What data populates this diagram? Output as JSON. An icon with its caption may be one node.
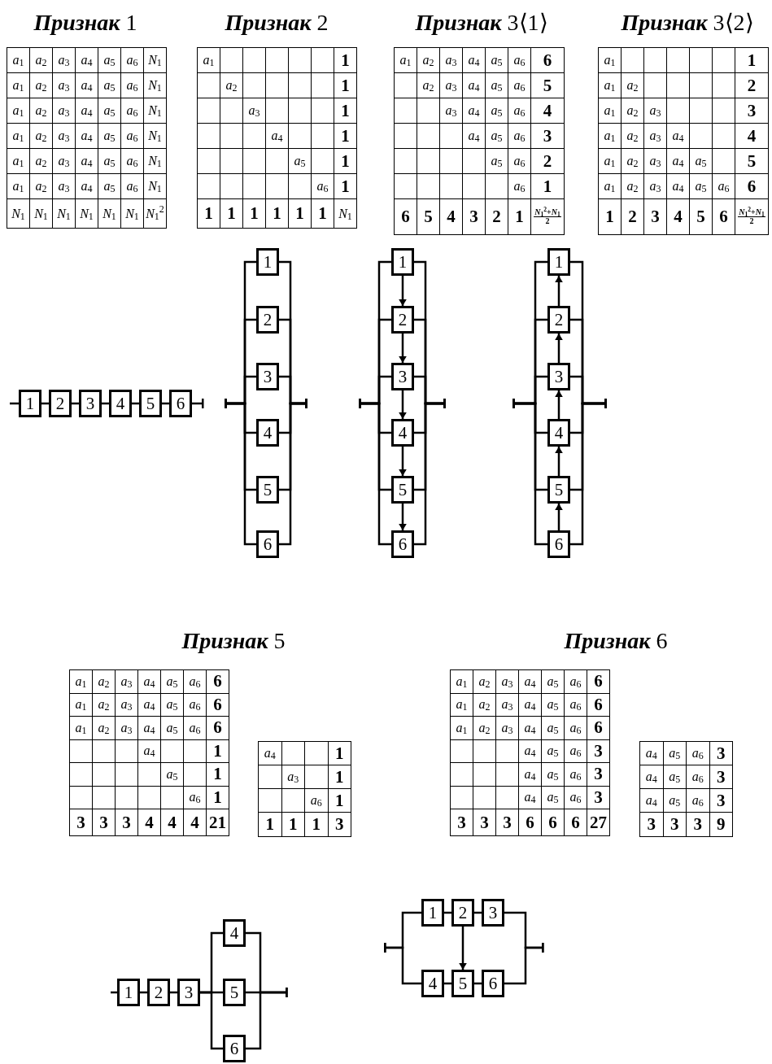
{
  "diagram": {
    "nodes": [
      {
        "text": [
          "1"
        ]
      },
      {
        "text": [
          "2"
        ]
      },
      {
        "text": [
          "3"
        ]
      },
      {
        "text": [
          "4"
        ]
      },
      {
        "text": [
          "5"
        ]
      },
      {
        "text": [
          "6"
        ]
      },
      {
        "text": [
          "1"
        ]
      },
      {
        "text": [
          "2"
        ]
      },
      {
        "text": [
          "3"
        ]
      },
      {
        "text": [
          "4"
        ]
      },
      {
        "text": [
          "5"
        ]
      },
      {
        "text": [
          "6"
        ]
      },
      {
        "text": [
          "1"
        ]
      },
      {
        "text": [
          "2"
        ]
      },
      {
        "text": [
          "3"
        ]
      },
      {
        "text": [
          "4"
        ]
      },
      {
        "text": [
          "5"
        ]
      },
      {
        "text": [
          "6"
        ]
      },
      {
        "text": [
          "1"
        ]
      },
      {
        "text": [
          "2"
        ]
      },
      {
        "text": [
          "3"
        ]
      },
      {
        "text": [
          "4"
        ]
      },
      {
        "text": [
          "5"
        ]
      },
      {
        "text": [
          "6"
        ]
      },
      {
        "text": [
          "1"
        ]
      },
      {
        "text": [
          "2"
        ]
      },
      {
        "text": [
          "3"
        ]
      },
      {
        "text": [
          "4"
        ]
      },
      {
        "text": [
          "5"
        ]
      },
      {
        "text": [
          "6"
        ]
      },
      {
        "text": [
          "1"
        ]
      },
      {
        "text": [
          "2"
        ]
      },
      {
        "text": [
          "3"
        ]
      },
      {
        "text": [
          "4"
        ]
      },
      {
        "text": [
          "5"
        ]
      },
      {
        "text": [
          "6"
        ]
      }
    ],
    "edges": [
      {
        "from": null,
        "to": 0,
        "arrow": "none"
      },
      {
        "from": 0,
        "to": 1,
        "arrow": "none"
      },
      {
        "from": 1,
        "to": 2,
        "arrow": "none"
      },
      {
        "from": 2,
        "to": 3,
        "arrow": "none"
      },
      {
        "from": 3,
        "to": 4,
        "arrow": "none"
      },
      {
        "from": 4,
        "to": 5,
        "arrow": "none"
      },
      {
        "from": 5,
        "to": null,
        "arrow": "other"
      },
      {
        "from": null,
        "to": 6,
        "arrow": "other"
      },
      {
        "from": null,
        "to": 7,
        "arrow": "other"
      },
      {
        "from": null,
        "to": 8,
        "arrow": "other"
      },
      {
        "from": null,
        "to": 9,
        "arrow": "other"
      },
      {
        "from": null,
        "to": 10,
        "arrow": "other"
      },
      {
        "from": null,
        "to": 11,
        "arrow": "other"
      },
      {
        "from": 6,
        "to": null,
        "arrow": "other"
      },
      {
        "from": 7,
        "to": null,
        "arrow": "other"
      },
      {
        "from": 8,
        "to": null,
        "arrow": "other"
      },
      {
        "from": 9,
        "to": null,
        "arrow": "other"
      },
      {
        "from": 10,
        "to": null,
        "arrow": "other"
      },
      {
        "from": 11,
        "to": null,
        "arrow": "other"
      },
      {
        "from": null,
        "to": 12,
        "arrow": "other"
      },
      {
        "from": null,
        "to": 13,
        "arrow": "other"
      },
      {
        "from": null,
        "to": 14,
        "arrow": "other"
      },
      {
        "from": null,
        "to": 15,
        "arrow": "other"
      },
      {
        "from": null,
        "to": 16,
        "arrow": "other"
      },
      {
        "from": null,
        "to": 17,
        "arrow": "other"
      },
      {
        "from": 12,
        "to": null,
        "arrow": "other"
      },
      {
        "from": 13,
        "to": null,
        "arrow": "other"
      },
      {
        "from": 14,
        "to": null,
        "arrow": "other"
      },
      {
        "from": 15,
        "to": null,
        "arrow": "other"
      },
      {
        "from": 16,
        "to": null,
        "arrow": "other"
      },
      {
        "from": 17,
        "to": null,
        "arrow": "other"
      },
      {
        "from": 12,
        "to": 13,
        "arrow": "to"
      },
      {
        "from": 13,
        "to": 14,
        "arrow": "to"
      },
      {
        "from": 14,
        "to": 15,
        "arrow": "to"
      },
      {
        "from": 15,
        "to": 16,
        "arrow": "to"
      },
      {
        "from": 16,
        "to": 17,
        "arrow": "to"
      },
      {
        "from": null,
        "to": 18,
        "arrow": "other"
      },
      {
        "from": null,
        "to": 19,
        "arrow": "other"
      },
      {
        "from": null,
        "to": 20,
        "arrow": "other"
      },
      {
        "from": null,
        "to": 21,
        "arrow": "other"
      },
      {
        "from": null,
        "to": 22,
        "arrow": "other"
      },
      {
        "from": null,
        "to": 23,
        "arrow": "other"
      },
      {
        "from": 18,
        "to": null,
        "arrow": "other"
      },
      {
        "from": 19,
        "to": null,
        "arrow": "other"
      },
      {
        "from": 20,
        "to": null,
        "arrow": "other"
      },
      {
        "from": 21,
        "to": null,
        "arrow": "other"
      },
      {
        "from": 22,
        "to": null,
        "arrow": "other"
      },
      {
        "from": 23,
        "to": null,
        "arrow": "other"
      },
      {
        "from": 19,
        "to": 18,
        "arrow": "to"
      },
      {
        "from": 20,
        "to": 19,
        "arrow": "to"
      },
      {
        "from": 21,
        "to": 20,
        "arrow": "to"
      },
      {
        "from": 22,
        "to": 21,
        "arrow": "to"
      },
      {
        "from": 23,
        "to": 22,
        "arrow": "to"
      },
      {
        "from": null,
        "to": 24,
        "arrow": "none"
      },
      {
        "from": 24,
        "to": 25,
        "arrow": "none"
      },
      {
        "from": 25,
        "to": 26,
        "arrow": "none"
      },
      {
        "from": 26,
        "to": 27,
        "arrow": "none"
      },
      {
        "from": 26,
        "to": 28,
        "arrow": "none"
      },
      {
        "from": 26,
        "to": 29,
        "arrow": "none"
      },
      {
        "from": 27,
        "to": null,
        "arrow": "other"
      },
      {
        "from": 28,
        "to": null,
        "arrow": "other"
      },
      {
        "from": 29,
        "to": null,
        "arrow": "other"
      },
      {
        "from": null,
        "to": 30,
        "arrow": "other"
      },
      {
        "from": null,
        "to": 33,
        "arrow": "other"
      },
      {
        "from": 30,
        "to": 31,
        "arrow": "none"
      },
      {
        "from": 31,
        "to": 32,
        "arrow": "none"
      },
      {
        "from": 33,
        "to": 34,
        "arrow": "none"
      },
      {
        "from": 34,
        "to": 35,
        "arrow": "none"
      },
      {
        "from": 31,
        "to": 34,
        "arrow": "to"
      },
      {
        "from": 32,
        "to": null,
        "arrow": "other"
      },
      {
        "from": 35,
        "to": null,
        "arrow": "other"
      }
    ],
    "labels": [
      "**Признак** 1",
      "*a*$_{1}$",
      "*a*$_{2}$",
      "*a*$_{3}$",
      "*a*$_{4}$",
      "*a*$_{5}$",
      "*a*$_{6}$",
      "*N*$_{1}$",
      "*a*$_{1}$",
      "*a*$_{2}$",
      "*a*$_{3}$",
      "*a*$_{4}$",
      "*a*$_{5}$",
      "*a*$_{6}$",
      "*N*$_{1}$",
      "*a*$_{1}$",
      "*a*$_{2}$",
      "*a*$_{3}$",
      "*a*$_{4}$",
      "*a*$_{5}$",
      "*a*$_{6}$",
      "*N*$_{1}$",
      "*a*$_{1}$",
      "*a*$_{2}$",
      "*a*$_{3}$",
      "*a*$_{4}$",
      "*a*$_{5}$",
      "*a*$_{6}$",
      "*N*$_{1}$",
      "*a*$_{1}$",
      "*a*$_{2}$",
      "*a*$_{3}$",
      "*a*$_{4}$",
      "*a*$_{5}$",
      "*a*$_{6}$",
      "*N*$_{1}$",
      "*a*$_{1}$",
      "*a*$_{2}$",
      "*a*$_{3}$",
      "*a*$_{4}$",
      "*a*$_{5}$",
      "*a*$_{6}$",
      "*N*$_{1}$",
      "*N*$_{1}$",
      "*N*$_{1}$",
      "*N*$_{1}$",
      "*N*$_{1}$",
      "*N*$_{1}$",
      "*N*$_{1}$",
      "*N*$_{1}$$^{2}$",
      "**Признак** 2",
      "*a*$_{1}$",
      "1",
      "*a*$_{2}$",
      "1",
      "*a*$_{3}$",
      "1",
      "*a*$_{4}$",
      "1",
      "*a*$_{5}$",
      "1",
      "*a*$_{6}$",
      "1",
      "1",
      "1",
      "1",
      "1",
      "1",
      "1",
      "*N*$_{1}$",
      "**Признак** 3⟨1⟩",
      "*a*$_{1}$",
      "*a*$_{2}$",
      "*a*$_{3}$",
      "*a*$_{4}$",
      "*a*$_{5}$",
      "*a*$_{6}$",
      "6",
      "*a*$_{2}$",
      "*a*$_{3}$",
      "*a*$_{4}$",
      "*a*$_{5}$",
      "*a*$_{6}$",
      "5",
      "*a*$_{3}$",
      "*a*$_{4}$",
      "*a*$_{5}$",
      "*a*$_{6}$",
      "4",
      "*a*$_{4}$",
      "*a*$_{5}$",
      "*a*$_{6}$",
      "3",
      "*a*$_{5}$",
      "*a*$_{6}$",
      "2",
      "*a*$_{6}$",
      "1",
      "6",
      "5",
      "4",
      "3",
      "2",
      "1",
      "*N*$_{1}$$^{2}$+*N*$_{1}$",
      "2",
      "**Признак** 3⟨2⟩",
      "*a*$_{1}$",
      "1",
      "*a*$_{1}$",
      "*a*$_{2}$",
      "2",
      "*a*$_{1}$",
      "*a*$_{2}$",
      "*a*$_{3}$",
      "3",
      "*a*$_{1}$",
      "*a*$_{2}$",
      "*a*$_{3}$",
      "*a*$_{4}$",
      "4",
      "*a*$_{1}$",
      "*a*$_{2}$",
      "*a*$_{3}$",
      "*a*$_{4}$",
      "*a*$_{5}$",
      "5",
      "*a*$_{1}$",
      "*a*$_{2}$",
      "*a*$_{3}$",
      "*a*$_{4}$",
      "*a*$_{5}$",
      "*a*$_{6}$",
      "6",
      "1",
      "2",
      "3",
      "4",
      "5",
      "6",
      "*N*$_{1}$$^{2}$+*N*$_{1}$",
      "2",
      "**Признак** 5",
      "*a*$_{1}$",
      "*a*$_{2}$",
      "*a*$_{3}$",
      "*a*$_{4}$",
      "*a*$_{5}$",
      "*a*$_{6}$",
      "6",
      "*a*$_{1}$",
      "*a*$_{2}$",
      "*a*$_{3}$",
      "*a*$_{4}$",
      "*a*$_{5}$",
      "*a*$_{6}$",
      "6",
      "*a*$_{1}$",
      "*a*$_{2}$",
      "*a*$_{3}$",
      "*a*$_{4}$",
      "*a*$_{5}$",
      "*a*$_{6}$",
      "6",
      "*a*$_{4}$",
      "1",
      "*a*$_{5}$",
      "1",
      "*a*$_{6}$",
      "1",
      "3",
      "3",
      "3",
      "4",
      "4",
      "4",
      "21",
      "*a*$_{4}$",
      "1",
      "*a*$_{3}$",
      "1",
      "*a*$_{6}$",
      "1",
      "1",
      "1",
      "1",
      "3",
      "**Признак** 6",
      "*a*$_{1}$",
      "*a*$_{2}$",
      "*a*$_{3}$",
      "*a*$_{4}$",
      "*a*$_{5}$",
      "*a*$_{6}$",
      "6",
      "*a*$_{1}$",
      "*a*$_{2}$",
      "*a*$_{3}$",
      "*a*$_{4}$",
      "*a*$_{5}$",
      "*a*$_{6}$",
      "6",
      "*a*$_{1}$",
      "*a*$_{2}$",
      "*a*$_{3}$",
      "*a*$_{4}$",
      "*a*$_{5}$",
      "*a*$_{6}$",
      "6",
      "*a*$_{4}$",
      "*a*$_{5}$",
      "*a*$_{6}$",
      "3",
      "*a*$_{4}$",
      "*a*$_{5}$",
      "*a*$_{6}$",
      "3",
      "*a*$_{4}$",
      "*a*$_{5}$",
      "*a*$_{6}$",
      "3",
      "3",
      "3",
      "3",
      "6",
      "6",
      "6",
      "27",
      "*a*$_{4}$",
      "*a*$_{5}$",
      "*a*$_{6}$",
      "3",
      "*a*$_{4}$",
      "*a*$_{5}$",
      "*a*$_{6}$",
      "3",
      "*a*$_{4}$",
      "*a*$_{5}$",
      "*a*$_{6}$",
      "3",
      "3",
      "3",
      "3",
      "9"
    ]
  }
}
